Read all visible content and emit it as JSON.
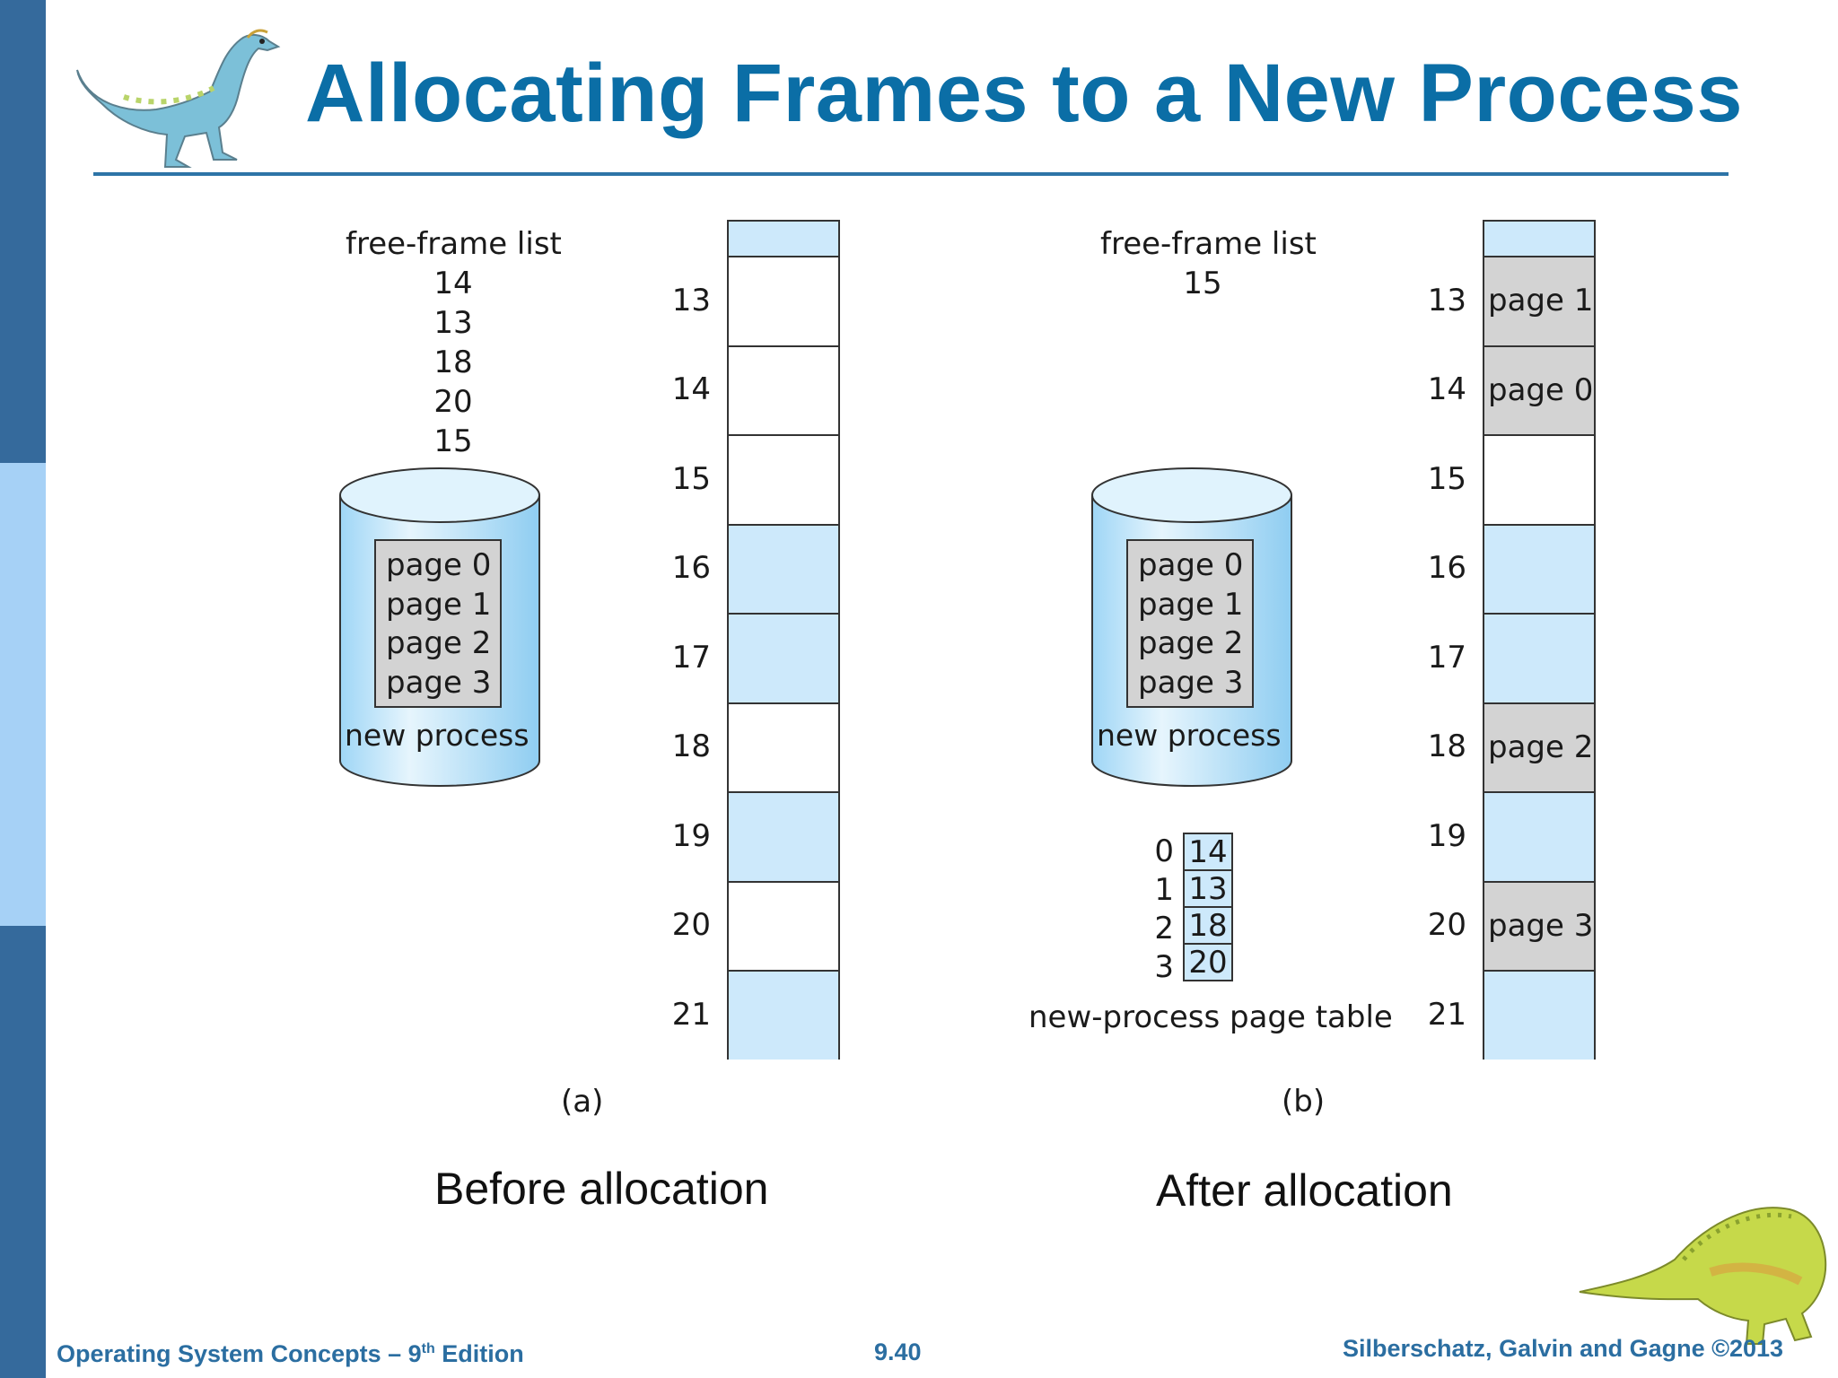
{
  "title": "Allocating Frames to a New Process",
  "colors": {
    "title": "#0b6ea6",
    "sidebar_dark": "#356a9c",
    "sidebar_light": "#a6d1f6",
    "frame_free": "#ffffff",
    "frame_used_other": "#cde9fb",
    "frame_page": "#d3d3d3"
  },
  "icons": [
    "dinosaur-top-left-icon",
    "dinosaur-bottom-right-icon"
  ],
  "panel_a": {
    "label": "(a)",
    "caption": "Before allocation",
    "free_frame_list": {
      "heading": "free-frame list",
      "items": [
        "14",
        "13",
        "18",
        "20",
        "15"
      ]
    },
    "disk": {
      "pages": [
        "page 0",
        "page 1",
        "page 2",
        "page 3"
      ],
      "label": "new process"
    },
    "frames": [
      {
        "number": "",
        "content": "",
        "state": "other"
      },
      {
        "number": "13",
        "content": "",
        "state": "free"
      },
      {
        "number": "14",
        "content": "",
        "state": "free"
      },
      {
        "number": "15",
        "content": "",
        "state": "free"
      },
      {
        "number": "16",
        "content": "",
        "state": "other"
      },
      {
        "number": "17",
        "content": "",
        "state": "other"
      },
      {
        "number": "18",
        "content": "",
        "state": "free"
      },
      {
        "number": "19",
        "content": "",
        "state": "other"
      },
      {
        "number": "20",
        "content": "",
        "state": "free"
      },
      {
        "number": "21",
        "content": "",
        "state": "other"
      }
    ]
  },
  "panel_b": {
    "label": "(b)",
    "caption": "After allocation",
    "free_frame_list": {
      "heading": "free-frame list",
      "items": [
        "15"
      ]
    },
    "disk": {
      "pages": [
        "page 0",
        "page 1",
        "page 2",
        "page 3"
      ],
      "label": "new process"
    },
    "page_table": {
      "label": "new-process page table",
      "rows": [
        {
          "index": "0",
          "frame": "14"
        },
        {
          "index": "1",
          "frame": "13"
        },
        {
          "index": "2",
          "frame": "18"
        },
        {
          "index": "3",
          "frame": "20"
        }
      ]
    },
    "frames": [
      {
        "number": "",
        "content": "",
        "state": "other"
      },
      {
        "number": "13",
        "content": "page 1",
        "state": "page"
      },
      {
        "number": "14",
        "content": "page 0",
        "state": "page"
      },
      {
        "number": "15",
        "content": "",
        "state": "free"
      },
      {
        "number": "16",
        "content": "",
        "state": "other"
      },
      {
        "number": "17",
        "content": "",
        "state": "other"
      },
      {
        "number": "18",
        "content": "page 2",
        "state": "page"
      },
      {
        "number": "19",
        "content": "",
        "state": "other"
      },
      {
        "number": "20",
        "content": "page 3",
        "state": "page"
      },
      {
        "number": "21",
        "content": "",
        "state": "other"
      }
    ]
  },
  "footer": {
    "left_main": "Operating System Concepts – 9",
    "left_sup": "th",
    "left_tail": " Edition",
    "center": "9.40",
    "right": "Silberschatz, Galvin and Gagne ©2013"
  }
}
